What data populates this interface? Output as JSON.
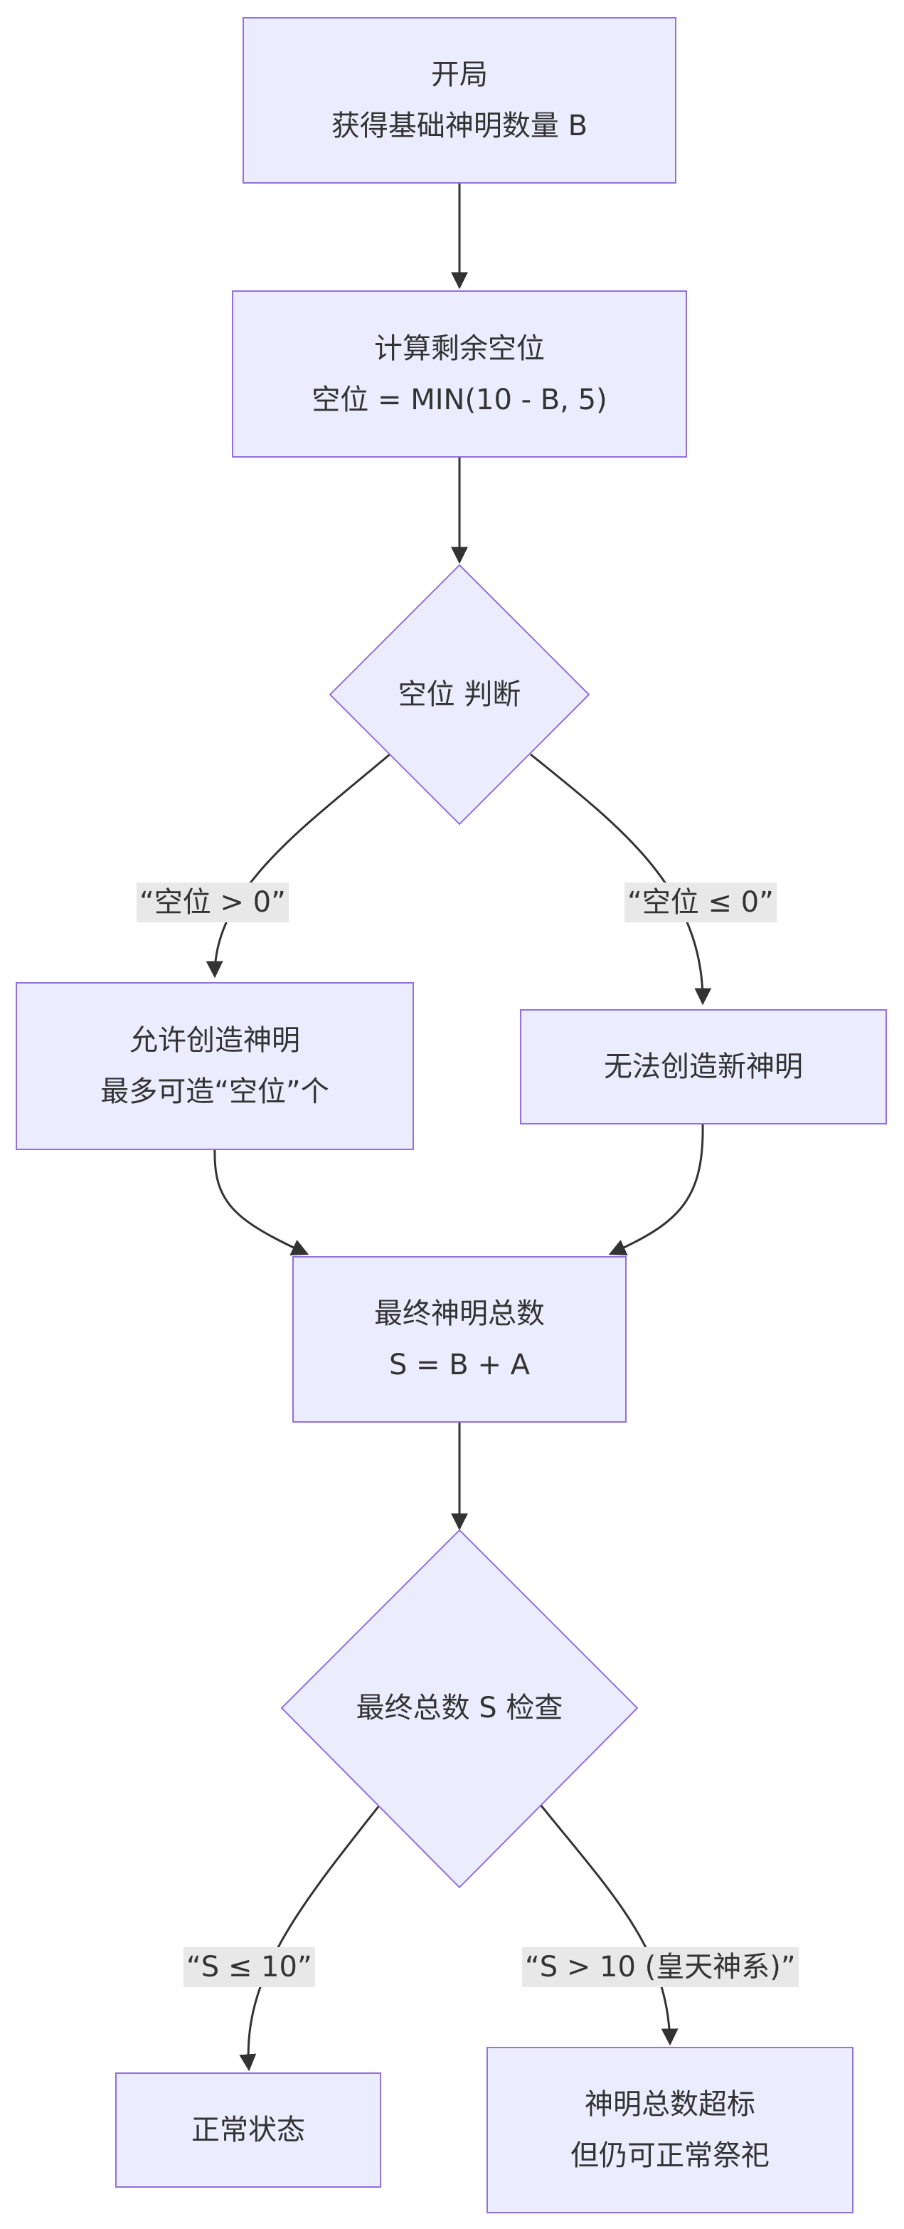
{
  "colors": {
    "node_fill": "#ECECFF",
    "node_border": "#9370DB",
    "edge": "#333333",
    "label_bg": "#E8E8E8"
  },
  "nodes": {
    "start": {
      "line1": "开局",
      "line2": "获得基础神明数量 B"
    },
    "calc": {
      "line1": "计算剩余空位",
      "line2": "空位 = MIN(10 - B, 5)"
    },
    "judge1": {
      "text": "空位 判断"
    },
    "allow": {
      "line1": "允许创造神明",
      "line2": "最多可造“空位”个"
    },
    "deny": {
      "text": "无法创造新神明"
    },
    "total": {
      "line1": "最终神明总数",
      "line2": "S = B + A"
    },
    "judge2": {
      "text": "最终总数 S 检查"
    },
    "normal": {
      "text": "正常状态"
    },
    "over": {
      "line1": "神明总数超标",
      "line2": "但仍可正常祭祀"
    }
  },
  "edge_labels": {
    "gt0": "“空位 > 0”",
    "le0": "“空位 ≤ 0”",
    "le10": "“S ≤ 10”",
    "gt10": "“S > 10 (皇天神系)”"
  }
}
